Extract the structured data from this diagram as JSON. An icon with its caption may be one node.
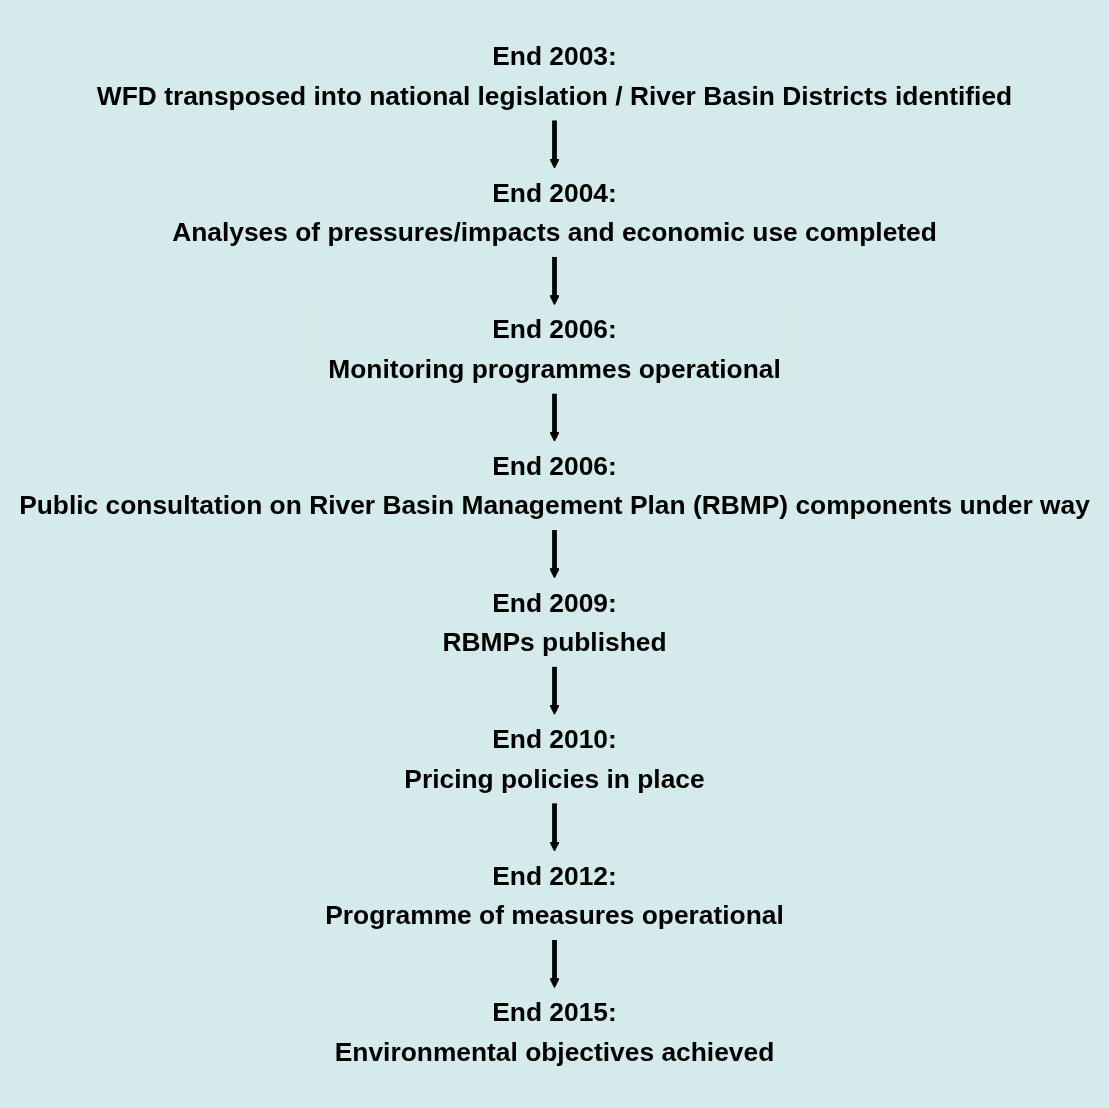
{
  "diagram": {
    "nodes": [
      {
        "text": [
          "End 2003:",
          "WFD transposed into national legislation  /  River Basin Districts identified"
        ]
      },
      {
        "text": [
          "End 2004:",
          "Analyses of pressures/impacts and economic use completed"
        ]
      },
      {
        "text": [
          "End 2006:",
          "Monitoring programmes operational"
        ]
      },
      {
        "text": [
          "End 2006:",
          "Public consultation on River Basin Management Plan (RBMP) components under way"
        ]
      },
      {
        "text": [
          "End 2009:",
          "RBMPs published"
        ]
      },
      {
        "text": [
          "End 2010:",
          "Pricing policies in place"
        ]
      },
      {
        "text": [
          "End 2012:",
          "Programme of measures operational"
        ]
      },
      {
        "text": [
          "End 2015:",
          "Environmental objectives achieved"
        ]
      }
    ],
    "edges": [
      {
        "from": 0,
        "to": 1,
        "arrow": "to"
      },
      {
        "from": 1,
        "to": 2,
        "arrow": "to"
      },
      {
        "from": 2,
        "to": 3,
        "arrow": "to"
      },
      {
        "from": 3,
        "to": 4,
        "arrow": "to"
      },
      {
        "from": 4,
        "to": 5,
        "arrow": "to"
      },
      {
        "from": 5,
        "to": 6,
        "arrow": "to"
      },
      {
        "from": 6,
        "to": 7,
        "arrow": "to"
      }
    ]
  }
}
